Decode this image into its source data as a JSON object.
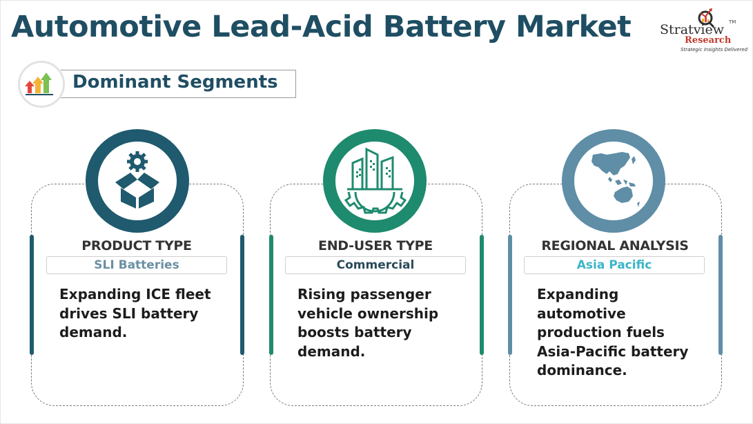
{
  "header": {
    "title": "Automotive Lead-Acid Battery Market"
  },
  "logo": {
    "brand": "Stratview",
    "trademark": "TM",
    "sub": "Research",
    "tagline": "Strategic Insights Delivered",
    "icon": "magnifier-chart-icon"
  },
  "section": {
    "label": "Dominant Segments",
    "icon": "rising-arrows-icon"
  },
  "colors": {
    "title": "#1f4e63",
    "product": "#1f5a6e",
    "enduser": "#1e8a6e",
    "regional": "#5f8ea6",
    "regional_value": "#3bb5c9",
    "arrow_red": "#e4463b",
    "arrow_orange": "#f5b335",
    "arrow_green": "#7cc151"
  },
  "cards": [
    {
      "icon": "box-gear-icon",
      "heading": "PRODUCT TYPE",
      "value": "SLI Batteries",
      "description": [
        "Expanding ICE fleet",
        "drives SLI battery",
        "demand."
      ]
    },
    {
      "icon": "buildings-gear-icon",
      "heading": "END-USER TYPE",
      "value": "Commercial",
      "description": [
        "Rising passenger",
        "vehicle ownership",
        "boosts battery",
        "demand."
      ]
    },
    {
      "icon": "asia-pacific-map-icon",
      "heading": "REGIONAL ANALYSIS",
      "value": "Asia Pacific",
      "description": [
        "Expanding",
        "automotive",
        "production fuels",
        "Asia-Pacific battery",
        "dominance."
      ]
    }
  ]
}
